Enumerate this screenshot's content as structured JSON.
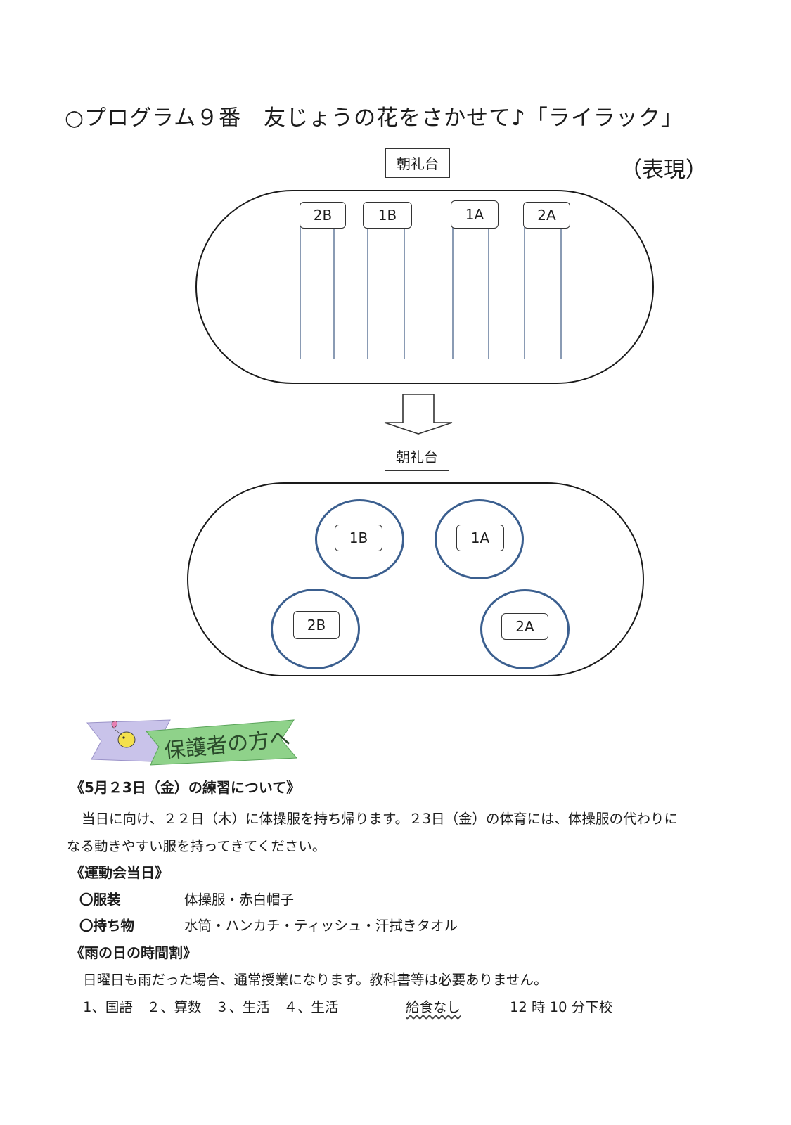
{
  "title": "○プログラム９番　友じょうの花をさかせて♪「ライラック」",
  "expression": "（表現）",
  "stage_label": "朝礼台",
  "formation1": {
    "classes": [
      "2B",
      "1B",
      "1A",
      "2A"
    ]
  },
  "formation2": {
    "classes": [
      "1B",
      "1A",
      "2B",
      "2A"
    ]
  },
  "banner": {
    "text": "保護者の方へ",
    "colors": {
      "ribbon": "#8fd28a",
      "ribbon_back": "#c9c3ea",
      "text": "#2a4a2a"
    }
  },
  "sections": {
    "practice": {
      "heading": "《5月２3日（金）の練習について》",
      "line1": "当日に向け、２２日（木）に体操服を持ち帰ります。２3日（金）の体育には、体操服の代わりに",
      "line2": "なる動きやすい服を持ってきてください。"
    },
    "day": {
      "heading": "《運動会当日》",
      "clothing_label": "〇服装",
      "clothing_value": "体操服・赤白帽子",
      "items_label": "〇持ち物",
      "items_value": "水筒・ハンカチ・ティッシュ・汗拭きタオル"
    },
    "rain": {
      "heading": "《雨の日の時間割》",
      "line": "日曜日も雨だった場合、通常授業になります。教科書等は必要ありません。",
      "periods": "1、国語　２、算数　３、生活　４、生活",
      "lunch": "給食なし",
      "dismissal": "12 時 10 分下校"
    }
  }
}
